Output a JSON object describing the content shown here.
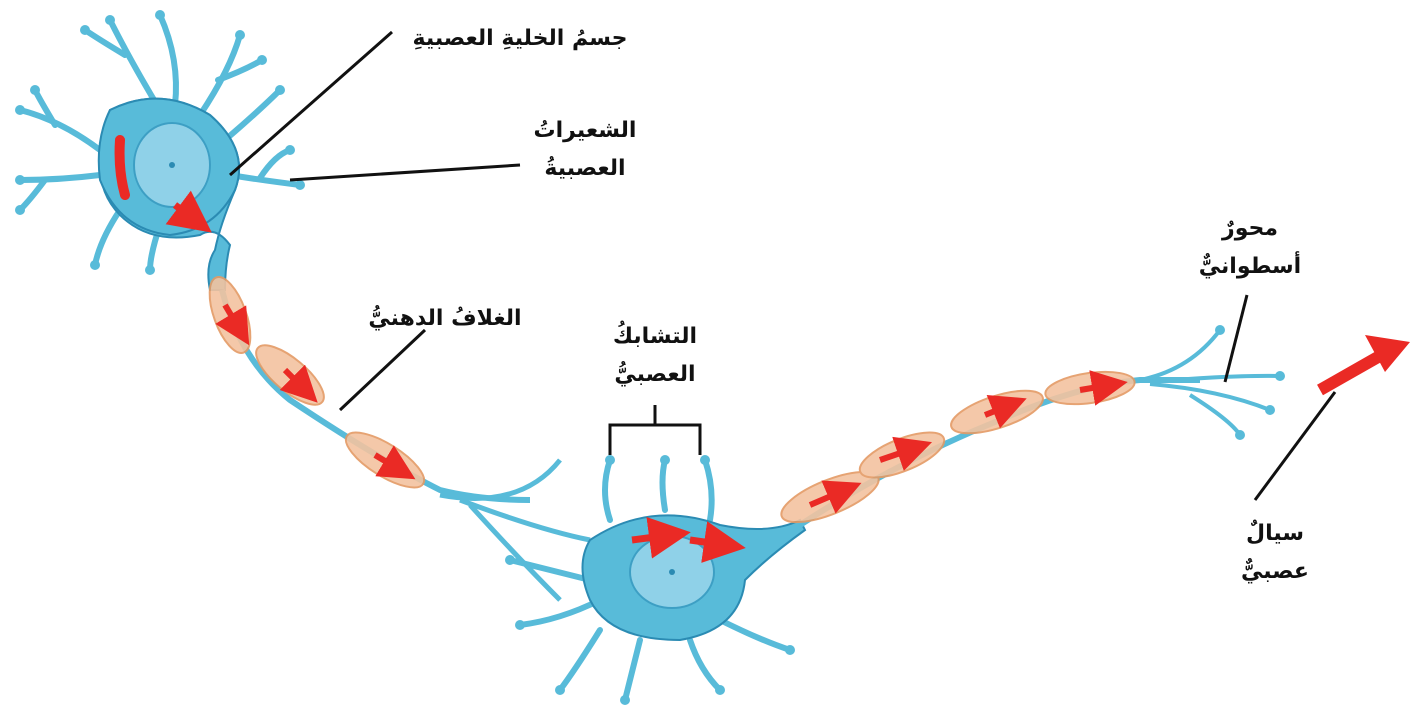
{
  "colors": {
    "neuron_fill": "#58bbd9",
    "neuron_stroke": "#2b8bb3",
    "nucleus_fill": "#8fd1e8",
    "myelin_fill": "#f3c3a0",
    "myelin_stroke": "#e49a64",
    "impulse_arrow": "#ea2a25",
    "pointer_line": "#111111"
  },
  "labels": {
    "cell_body": "جسمُ الخليةِ العصبيةِ",
    "dendrites_line1": "الشعيراتُ",
    "dendrites_line2": "العصبيةُ",
    "myelin": "الغلافُ الدهنيُّ",
    "synapse_line1": "التشابكُ",
    "synapse_line2": "العصبيُّ",
    "axon_line1": "محورٌ",
    "axon_line2": "أسطوانيٌّ",
    "impulse_line1": "سيالٌ",
    "impulse_line2": "عصبيٌّ"
  },
  "icons": {
    "impulse_direction": "red-arrow-icon"
  }
}
